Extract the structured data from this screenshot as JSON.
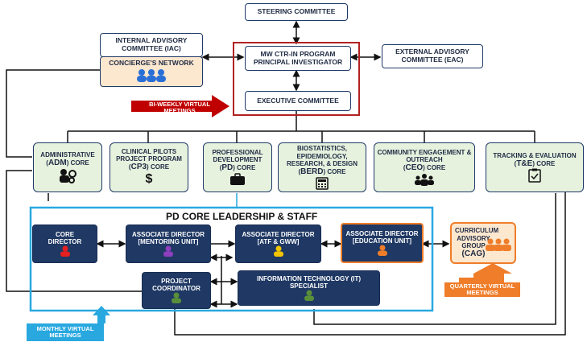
{
  "top": {
    "steering": "STEERING COMMITTEE",
    "iac": "INTERNAL ADVISORY COMMITTEE (IAC)",
    "concierge": "CONCIERGE'S NETWORK",
    "pi_line1": "MW CTR-IN PROGRAM",
    "pi_line2": "PRINCIPAL INVESTIGATOR",
    "eac": "EXTERNAL ADVISORY COMMITTEE (EAC)",
    "executive": "EXECUTIVE COMMITTEE",
    "biweekly": "BI-WEEKLY VIRTUAL MEETINGS"
  },
  "cores": [
    {
      "pre": "ADMINISTRATIVE",
      "abbr": "ADM",
      "post": "CORE",
      "icon": "gears-person-icon"
    },
    {
      "pre": "CLINICAL PILOTS PROJECT PROGRAM",
      "abbr": "CP3",
      "post": "CORE",
      "icon": "dollar-icon"
    },
    {
      "pre": "PROFESSIONAL DEVELOPMENT",
      "abbr": "PD",
      "post": "CORE",
      "icon": "briefcase-icon"
    },
    {
      "pre": "BIOSTATISTICS, EPIDEMIOLOGY, RESEARCH, & DESIGN",
      "abbr": "BERD",
      "post": "CORE",
      "icon": "calculator-icon"
    },
    {
      "pre": "COMMUNITY ENGAGEMENT & OUTREACH",
      "abbr": "CEO",
      "post": "CORE",
      "icon": "group-icon"
    },
    {
      "pre": "TRACKING & EVALUATION",
      "abbr": "T&E",
      "post": "CORE",
      "icon": "clipboard-icon"
    }
  ],
  "pd": {
    "title": "PD CORE LEADERSHIP & STAFF",
    "core_director": "CORE DIRECTOR",
    "assoc_mentoring_1": "ASSOCIATE DIRECTOR",
    "assoc_mentoring_2": "[MENTORING UNIT]",
    "assoc_atf_1": "ASSOCIATE DIRECTOR",
    "assoc_atf_2": "[ATF & GWW]",
    "assoc_edu_1": "ASSOCIATE DIRECTOR",
    "assoc_edu_2": "[EDUCATION UNIT]",
    "cag_1": "CURRICULUM ADVISORY GROUP",
    "cag_2": "(CAG)",
    "project_coord": "PROJECT COORDINATOR",
    "it_1": "INFORMATION TECHNOLOGY (IT)",
    "it_2": "SPECIALIST",
    "quarterly": "QUARTERLY VIRTUAL MEETINGS",
    "monthly": "MONTHLY VIRTUAL MEETINGS"
  },
  "colors": {
    "navy": "#1f3864",
    "green_fill": "#e6f1de",
    "red_border": "#b22222",
    "blue_border": "#29a8e0",
    "orange": "#ef7d2a"
  }
}
